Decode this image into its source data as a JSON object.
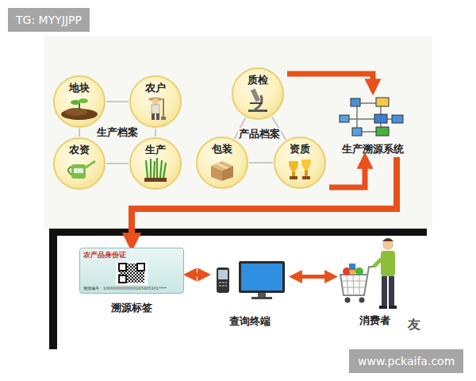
{
  "diagram": {
    "nodes": [
      {
        "text": [
          "地块"
        ]
      },
      {
        "text": [
          "农户"
        ]
      },
      {
        "text": [
          "农资"
        ]
      },
      {
        "text": [
          "生产"
        ]
      },
      {
        "text": [
          "质检"
        ]
      },
      {
        "text": [
          "包装"
        ]
      },
      {
        "text": [
          "资质"
        ]
      },
      {
        "text": [
          "生产溯源系统"
        ]
      },
      {
        "text": [
          "农产品身份证",
          "溯源编号：1000000000000165605101****",
          "溯源标签"
        ]
      },
      {
        "text": [
          "查询终端"
        ]
      },
      {
        "text": [
          "消费者"
        ]
      }
    ],
    "edges": [
      {
        "from": 0,
        "to": 1,
        "arrow": "none"
      },
      {
        "from": 0,
        "to": 2,
        "arrow": "none"
      },
      {
        "from": 1,
        "to": 3,
        "arrow": "none"
      },
      {
        "from": 2,
        "to": 3,
        "arrow": "none"
      },
      {
        "from": 4,
        "to": 5,
        "arrow": "none"
      },
      {
        "from": 4,
        "to": 6,
        "arrow": "none"
      },
      {
        "from": 5,
        "to": 6,
        "arrow": "none"
      },
      {
        "from": 4,
        "to": 7,
        "arrow": "to"
      },
      {
        "from": 6,
        "to": 7,
        "arrow": "to"
      },
      {
        "from": 7,
        "to": 8,
        "arrow": "to"
      },
      {
        "from": 8,
        "to": 9,
        "arrow": "both"
      },
      {
        "from": 9,
        "to": 10,
        "arrow": "both"
      }
    ],
    "labels": [
      "生产档案",
      "产品档案",
      "TG: MYYJJPP",
      "www.pckaifa.com",
      "友"
    ]
  }
}
